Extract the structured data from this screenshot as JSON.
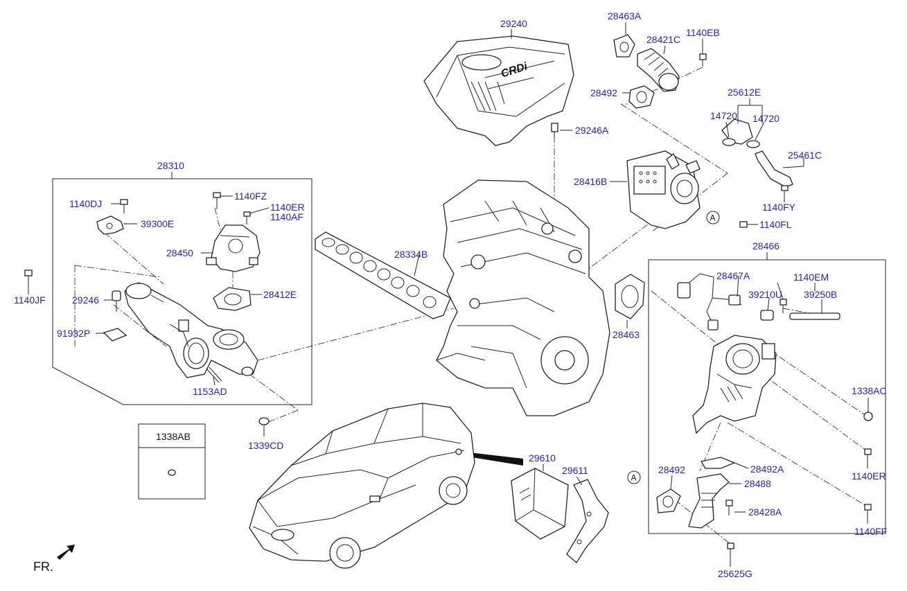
{
  "labels": {
    "p29240": "29240",
    "p28463A": "28463A",
    "p28421C": "28421C",
    "p1140EB": "1140EB",
    "p28492_top": "28492",
    "p25612E": "25612E",
    "p14720_a": "14720",
    "p14720_b": "14720",
    "p29246A": "29246A",
    "p25461C": "25461C",
    "p28416B": "28416B",
    "p1140FY": "1140FY",
    "p1140FL": "1140FL",
    "p28310": "28310",
    "p1140DJ": "1140DJ",
    "p1140FZ": "1140FZ",
    "p1140ER_a": "1140ER",
    "p1140AF": "1140AF",
    "p39300E": "39300E",
    "p28450": "28450",
    "p28334B": "28334B",
    "p1140JF": "1140JF",
    "p29246": "29246",
    "p28412E": "28412E",
    "p91932P": "91932P",
    "p1153AD": "1153AD",
    "p1339CD": "1339CD",
    "p1338AB": "1338AB",
    "p28466": "28466",
    "p28467A": "28467A",
    "p1140EM": "1140EM",
    "p39210U": "39210U",
    "p39250B": "39250B",
    "p28463": "28463",
    "p1338AC": "1338AC",
    "p1140ER_b": "1140ER",
    "p29610": "29610",
    "p29611": "29611",
    "p28492_bot": "28492",
    "p28492A": "28492A",
    "p28488": "28488",
    "p28428A": "28428A",
    "p1140FF": "1140FF",
    "p25625G": "25625G",
    "circle_a_1": "A",
    "circle_a_2": "A",
    "cover_logo": "CRDi",
    "front_marker": "FR."
  },
  "colors": {
    "label_blue": "#1f1fc8",
    "line_black": "#222222"
  },
  "icons": {
    "front_arrow": "front-direction-arrow-icon"
  }
}
